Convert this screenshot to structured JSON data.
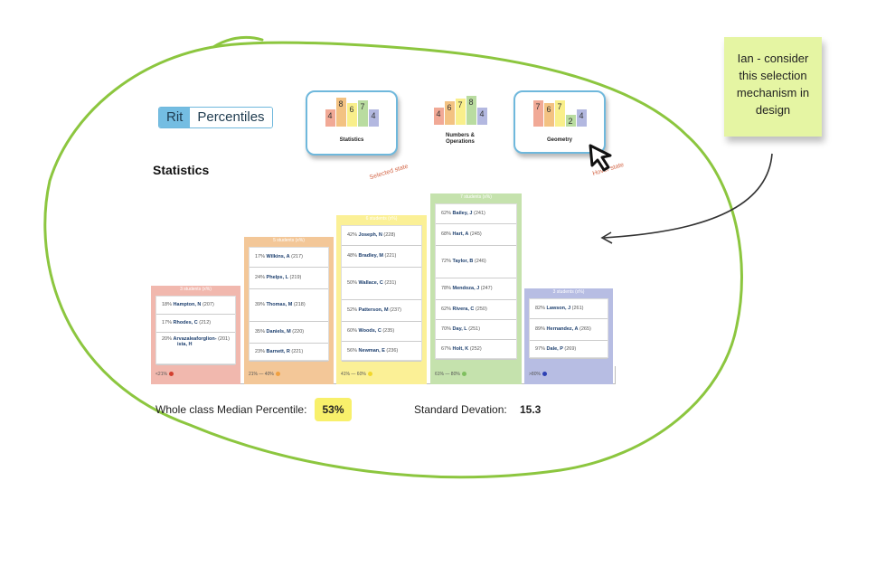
{
  "toggle": {
    "rit": "Rit",
    "percentiles": "Percentiles"
  },
  "heading": "Statistics",
  "categories": [
    {
      "label": "Statistics",
      "values": [
        "4",
        "8",
        "6",
        "7",
        "4"
      ],
      "framed": true
    },
    {
      "label": "Numbers & Operations",
      "values": [
        "4",
        "6",
        "7",
        "8",
        "4"
      ],
      "framed": false
    },
    {
      "label": "Geometry",
      "values": [
        "7",
        "6",
        "7",
        "2",
        "4"
      ],
      "framed": true
    }
  ],
  "notes": {
    "selected": "Selected state",
    "hover": "Hover state"
  },
  "columns": [
    {
      "header": "3 students (x%)",
      "band": "<21%",
      "color": "#f1b8ae",
      "dot": "#d23f2f",
      "students": [
        {
          "pct": "18%",
          "name": "Hampton, N",
          "score": "(207)"
        },
        {
          "pct": "17%",
          "name": "Rhodes, C",
          "score": "(212)"
        },
        {
          "pct": "20%",
          "name": "Arvazaleaforglion-",
          "score": "(201)",
          "name2": "ista, H"
        }
      ]
    },
    {
      "header": "5 students (x%)",
      "band": "21% — 40%",
      "color": "#f3c798",
      "dot": "#f0a040",
      "students": [
        {
          "pct": "17%",
          "name": "Wilkins, A",
          "score": "(217)"
        },
        {
          "pct": "24%",
          "name": "Phelps, L",
          "score": "(219)"
        },
        {
          "pct": "39%",
          "name": "Thomas, M",
          "score": "(218)"
        },
        {
          "pct": "35%",
          "name": "Daniels, M",
          "score": "(220)"
        },
        {
          "pct": "23%",
          "name": "Barnett, R",
          "score": "(221)"
        }
      ]
    },
    {
      "header": "6 students (x%)",
      "band": "41% — 60%",
      "color": "#fbf096",
      "dot": "#f2d72b",
      "students": [
        {
          "pct": "42%",
          "name": "Joseph, N",
          "score": "(228)"
        },
        {
          "pct": "48%",
          "name": "Bradley, M",
          "score": "(221)"
        },
        {
          "pct": "50%",
          "name": "Wallace, C",
          "score": "(231)"
        },
        {
          "pct": "52%",
          "name": "Patterson, M",
          "score": "(237)"
        },
        {
          "pct": "60%",
          "name": "Woods, C",
          "score": "(235)"
        },
        {
          "pct": "56%",
          "name": "Newman, E",
          "score": "(236)"
        }
      ]
    },
    {
      "header": "7 students (x%)",
      "band": "61% — 80%",
      "color": "#c5e2ad",
      "dot": "#7fbf5f",
      "students": [
        {
          "pct": "62%",
          "name": "Bailey, J",
          "score": "(241)"
        },
        {
          "pct": "68%",
          "name": "Hart, A",
          "score": "(245)"
        },
        {
          "pct": "72%",
          "name": "Taylor, B",
          "score": "(246)"
        },
        {
          "pct": "78%",
          "name": "Mendoza, J",
          "score": "(247)"
        },
        {
          "pct": "62%",
          "name": "Rivera, C",
          "score": "(250)"
        },
        {
          "pct": "70%",
          "name": "Day, L",
          "score": "(251)"
        },
        {
          "pct": "67%",
          "name": "Holt, K",
          "score": "(252)"
        }
      ]
    },
    {
      "header": "3 students (x%)",
      "band": ">80%",
      "color": "#b7bde3",
      "dot": "#2d41b4",
      "students": [
        {
          "pct": "82%",
          "name": "Lawson, J",
          "score": "(261)"
        },
        {
          "pct": "89%",
          "name": "Hernandez, A",
          "score": "(265)"
        },
        {
          "pct": "97%",
          "name": "Dale, P",
          "score": "(269)"
        }
      ]
    }
  ],
  "summary": {
    "median_label": "Whole class Median Percentile:",
    "median_value": "53%",
    "sd_label": "Standard Devation:",
    "sd_value": "15.3"
  },
  "sticky_note": "Ian - consider this selection mechanism in design",
  "icons": {
    "cursor": "mouse-pointer-icon"
  }
}
